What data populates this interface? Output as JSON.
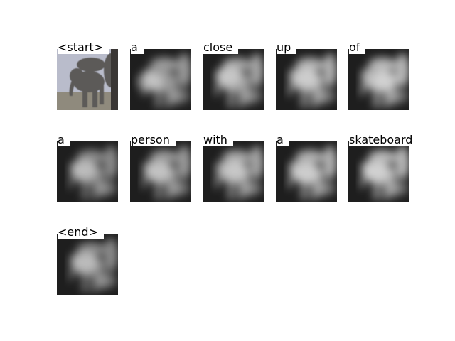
{
  "figure": {
    "columns": 5,
    "tokens": [
      {
        "word": "<start>",
        "view": "original"
      },
      {
        "word": "a",
        "view": "attention"
      },
      {
        "word": "close",
        "view": "attention"
      },
      {
        "word": "up",
        "view": "attention"
      },
      {
        "word": "of",
        "view": "attention"
      },
      {
        "word": "a",
        "view": "attention"
      },
      {
        "word": "person",
        "view": "attention"
      },
      {
        "word": "with",
        "view": "attention"
      },
      {
        "word": "a",
        "view": "attention"
      },
      {
        "word": "skateboard",
        "view": "attention"
      },
      {
        "word": "<end>",
        "view": "attention"
      }
    ]
  }
}
